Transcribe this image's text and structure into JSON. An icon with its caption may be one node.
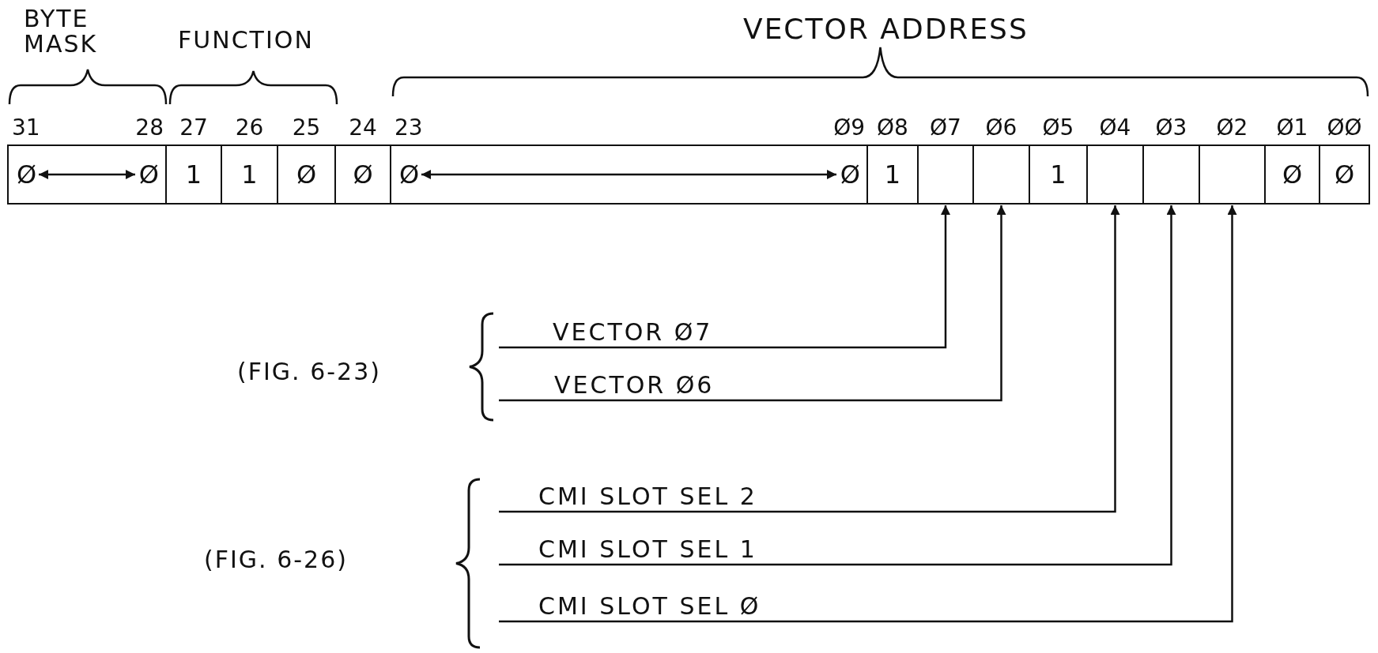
{
  "diagram": {
    "nodes": [
      {
        "text": [
          "Ø",
          "Ø"
        ],
        "beside": [
          "31",
          "28"
        ]
      },
      {
        "text": [
          "1"
        ],
        "beside": [
          "27"
        ]
      },
      {
        "text": [
          "1"
        ],
        "beside": [
          "26"
        ]
      },
      {
        "text": [
          "Ø"
        ],
        "beside": [
          "25"
        ]
      },
      {
        "text": [
          "Ø"
        ],
        "beside": [
          "24"
        ]
      },
      {
        "text": [
          "Ø",
          "Ø"
        ],
        "beside": [
          "23",
          "Ø9"
        ]
      },
      {
        "text": [
          "1"
        ],
        "beside": [
          "Ø8"
        ]
      },
      {
        "text": [],
        "shape": "box",
        "beside": [
          "Ø7"
        ]
      },
      {
        "text": [],
        "shape": "box",
        "beside": [
          "Ø6"
        ]
      },
      {
        "text": [
          "1"
        ],
        "beside": [
          "Ø5"
        ]
      },
      {
        "text": [],
        "shape": "box",
        "beside": [
          "Ø4"
        ]
      },
      {
        "text": [],
        "shape": "box",
        "beside": [
          "Ø3"
        ]
      },
      {
        "text": [],
        "shape": "box",
        "beside": [
          "Ø2"
        ]
      },
      {
        "text": [
          "Ø"
        ],
        "beside": [
          "Ø1"
        ]
      },
      {
        "text": [
          "Ø"
        ],
        "beside": [
          "ØØ"
        ]
      },
      {
        "text": [
          "VECTOR Ø7"
        ]
      },
      {
        "text": [
          "VECTOR Ø6"
        ]
      },
      {
        "text": [
          "CMI SLOT SEL 2"
        ]
      },
      {
        "text": [
          "CMI SLOT SEL 1"
        ]
      },
      {
        "text": [
          "CMI SLOT SEL Ø"
        ]
      }
    ],
    "edges": [
      {
        "from": 15,
        "to": 7,
        "arrow": "to"
      },
      {
        "from": 16,
        "to": 8,
        "arrow": "to"
      },
      {
        "from": 17,
        "to": 10,
        "arrow": "to"
      },
      {
        "from": 18,
        "to": 11,
        "arrow": "to"
      },
      {
        "from": 19,
        "to": 12,
        "arrow": "to"
      }
    ],
    "labels": [
      "BYTE MASK",
      "FUNCTION",
      "VECTOR ADDRESS",
      "(FIG. 6-23)",
      "(FIG. 6-26)"
    ]
  }
}
